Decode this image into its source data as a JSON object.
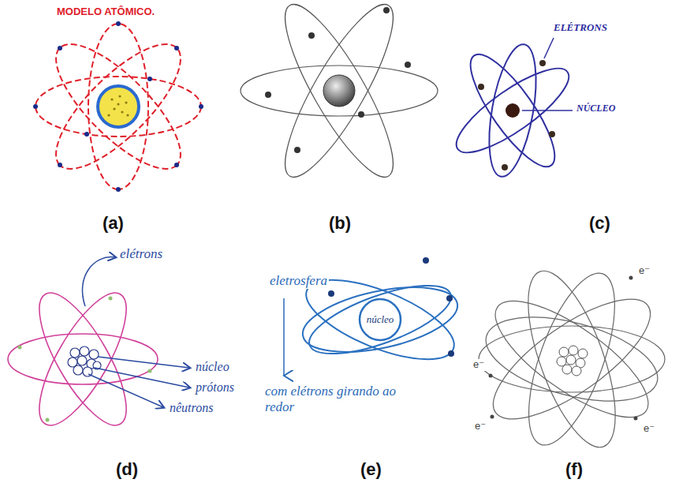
{
  "diagram": {
    "nodes": [
      {
        "text": [
          "núcleo"
        ]
      }
    ],
    "labels": [
      "MODELO ATÔMICO.",
      "ELÉTRONS",
      "NÚCLEO",
      "elétrons",
      "núcleo",
      "prótons",
      "nêutrons",
      "eletrosfera",
      "com elétrons girando ao redor",
      "e⁻",
      "e⁻",
      "e⁻",
      "e⁻",
      "(a)",
      "(b)",
      "(c)",
      "(d)",
      "(e)",
      "(f)"
    ]
  }
}
